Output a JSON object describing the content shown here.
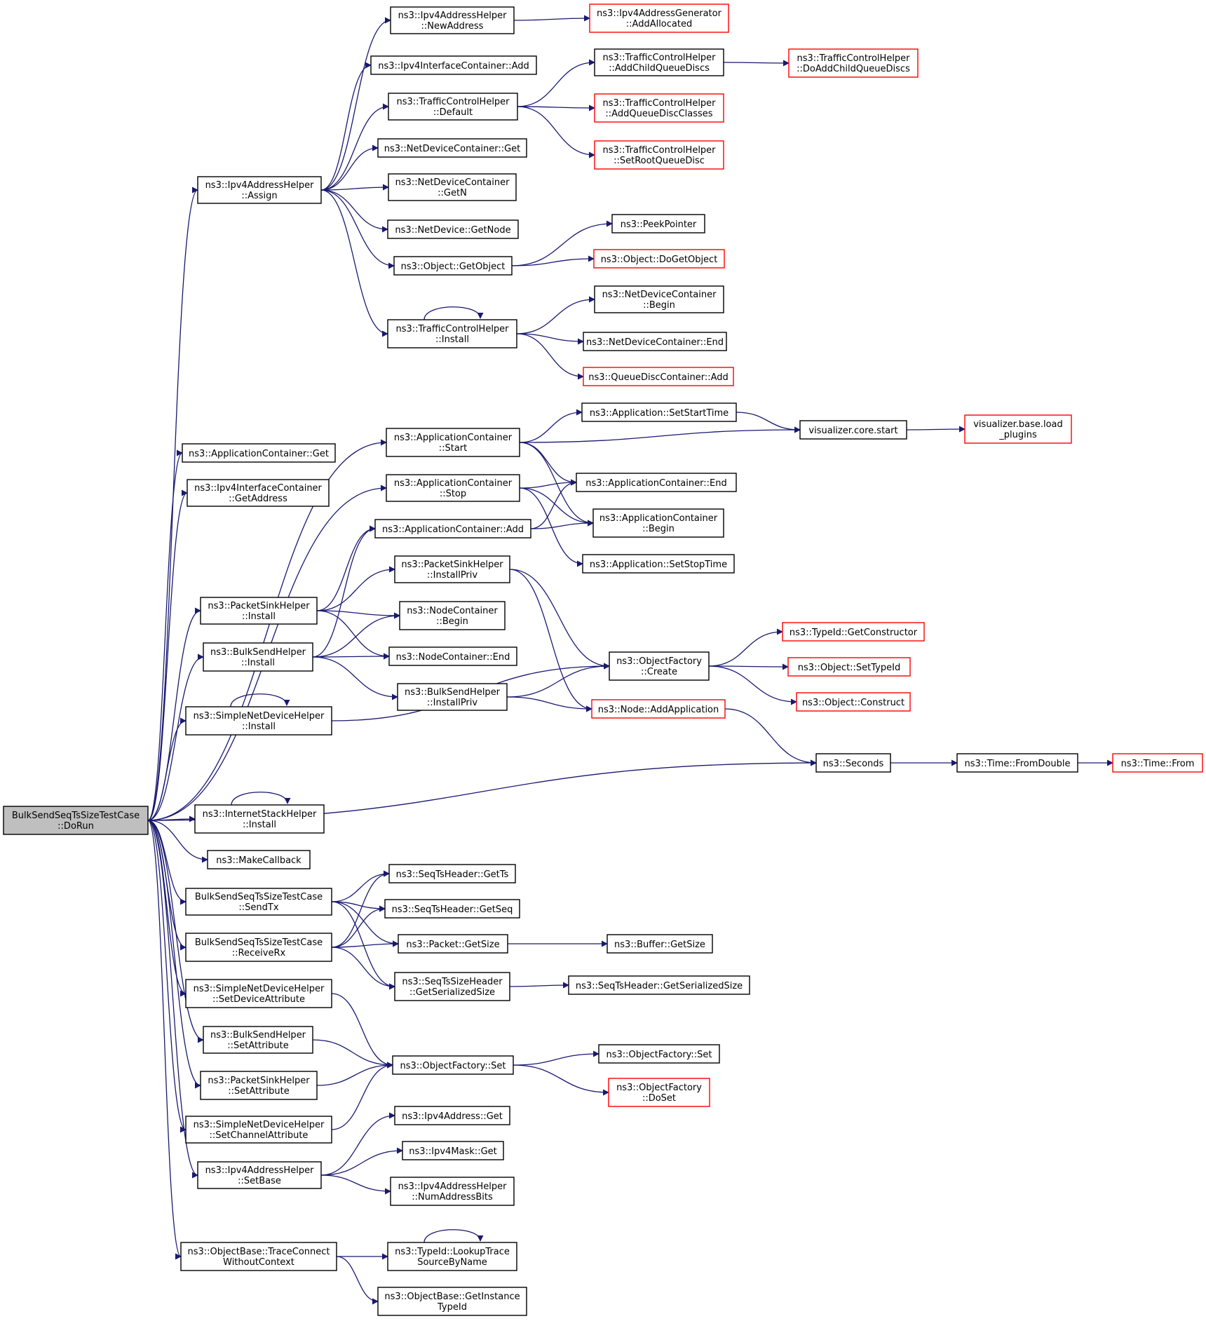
{
  "colors": {
    "edge": "#191970",
    "node_border": "#000000",
    "external_border": "#ff0000",
    "root_fill": "#bfbfbf",
    "node_fill": "#ffffff"
  },
  "nodes": {
    "root": [
      "BulkSendSeqTsSizeTestCase",
      "::DoRun"
    ],
    "ipv4_assign": [
      "ns3::Ipv4AddressHelper",
      "::Assign"
    ],
    "ipv4_newaddress": [
      "ns3::Ipv4AddressHelper",
      "::NewAddress"
    ],
    "ipv4gen_addalloc": [
      "ns3::Ipv4AddressGenerator",
      "::AddAllocated"
    ],
    "ipv4if_add": [
      "ns3::Ipv4InterfaceContainer::Add"
    ],
    "tch_default": [
      "ns3::TrafficControlHelper",
      "::Default"
    ],
    "tch_addchild": [
      "ns3::TrafficControlHelper",
      "::AddChildQueueDiscs"
    ],
    "tch_doaddchild": [
      "ns3::TrafficControlHelper",
      "::DoAddChildQueueDiscs"
    ],
    "tch_addclasses": [
      "ns3::TrafficControlHelper",
      "::AddQueueDiscClasses"
    ],
    "tch_setroot": [
      "ns3::TrafficControlHelper",
      "::SetRootQueueDisc"
    ],
    "ndc_get": [
      "ns3::NetDeviceContainer::Get"
    ],
    "ndc_getn": [
      "ns3::NetDeviceContainer",
      "::GetN"
    ],
    "nd_getnode": [
      "ns3::NetDevice::GetNode"
    ],
    "obj_getobject": [
      "ns3::Object::GetObject"
    ],
    "peekpointer": [
      "ns3::PeekPointer"
    ],
    "obj_dogetobject": [
      "ns3::Object::DoGetObject"
    ],
    "tch_install": [
      "ns3::TrafficControlHelper",
      "::Install"
    ],
    "ndc_begin": [
      "ns3::NetDeviceContainer",
      "::Begin"
    ],
    "ndc_end": [
      "ns3::NetDeviceContainer::End"
    ],
    "qdc_add": [
      "ns3::QueueDiscContainer::Add"
    ],
    "appc_get": [
      "ns3::ApplicationContainer::Get"
    ],
    "ipv4if_getaddr": [
      "ns3::Ipv4InterfaceContainer",
      "::GetAddress"
    ],
    "appc_start": [
      "ns3::ApplicationContainer",
      "::Start"
    ],
    "app_setstart": [
      "ns3::Application::SetStartTime"
    ],
    "viz_start": [
      "visualizer.core.start"
    ],
    "viz_load": [
      "visualizer.base.load",
      "_plugins"
    ],
    "appc_stop": [
      "ns3::ApplicationContainer",
      "::Stop"
    ],
    "appc_end": [
      "ns3::ApplicationContainer::End"
    ],
    "appc_add": [
      "ns3::ApplicationContainer::Add"
    ],
    "appc_begin": [
      "ns3::ApplicationContainer",
      "::Begin"
    ],
    "app_setstop": [
      "ns3::Application::SetStopTime"
    ],
    "psh_installpriv": [
      "ns3::PacketSinkHelper",
      "::InstallPriv"
    ],
    "psh_install": [
      "ns3::PacketSinkHelper",
      "::Install"
    ],
    "nc_begin": [
      "ns3::NodeContainer",
      "::Begin"
    ],
    "bsh_install": [
      "ns3::BulkSendHelper",
      "::Install"
    ],
    "nc_end": [
      "ns3::NodeContainer::End"
    ],
    "of_create": [
      "ns3::ObjectFactory",
      "::Create"
    ],
    "typeid_getctor": [
      "ns3::TypeId::GetConstructor"
    ],
    "obj_settypeid": [
      "ns3::Object::SetTypeId"
    ],
    "obj_construct": [
      "ns3::Object::Construct"
    ],
    "bsh_installpriv": [
      "ns3::BulkSendHelper",
      "::InstallPriv"
    ],
    "node_addapp": [
      "ns3::Node::AddApplication"
    ],
    "sndh_install": [
      "ns3::SimpleNetDeviceHelper",
      "::Install"
    ],
    "seconds": [
      "ns3::Seconds"
    ],
    "time_fromdouble": [
      "ns3::Time::FromDouble"
    ],
    "time_from": [
      "ns3::Time::From"
    ],
    "ish_install": [
      "ns3::InternetStackHelper",
      "::Install"
    ],
    "makecallback": [
      "ns3::MakeCallback"
    ],
    "sendtx": [
      "BulkSendSeqTsSizeTestCase",
      "::SendTx"
    ],
    "receiverx": [
      "BulkSendSeqTsSizeTestCase",
      "::ReceiveRx"
    ],
    "sth_getts": [
      "ns3::SeqTsHeader::GetTs"
    ],
    "sth_getseq": [
      "ns3::SeqTsHeader::GetSeq"
    ],
    "packet_getsize": [
      "ns3::Packet::GetSize"
    ],
    "buffer_getsize": [
      "ns3::Buffer::GetSize"
    ],
    "stsh_getser": [
      "ns3::SeqTsSizeHeader",
      "::GetSerializedSize"
    ],
    "sth_getser": [
      "ns3::SeqTsHeader::GetSerializedSize"
    ],
    "sndh_setdevattr": [
      "ns3::SimpleNetDeviceHelper",
      "::SetDeviceAttribute"
    ],
    "bsh_setattr": [
      "ns3::BulkSendHelper",
      "::SetAttribute"
    ],
    "of_set": [
      "ns3::ObjectFactory::Set"
    ],
    "of_set2": [
      "ns3::ObjectFactory::Set"
    ],
    "of_doset": [
      "ns3::ObjectFactory",
      "::DoSet"
    ],
    "psh_setattr": [
      "ns3::PacketSinkHelper",
      "::SetAttribute"
    ],
    "sndh_setchanattr": [
      "ns3::SimpleNetDeviceHelper",
      "::SetChannelAttribute"
    ],
    "ipv4addr_get": [
      "ns3::Ipv4Address::Get"
    ],
    "ipv4mask_get": [
      "ns3::Ipv4Mask::Get"
    ],
    "ipv4_setbase": [
      "ns3::Ipv4AddressHelper",
      "::SetBase"
    ],
    "ipv4_numbits": [
      "ns3::Ipv4AddressHelper",
      "::NumAddressBits"
    ],
    "ob_traceconnect": [
      "ns3::ObjectBase::TraceConnect",
      "WithoutContext"
    ],
    "typeid_lookup": [
      "ns3::TypeId::LookupTrace",
      "SourceByName"
    ],
    "ob_getinsttype": [
      "ns3::ObjectBase::GetInstance",
      "TypeId"
    ]
  },
  "external_nodes": [
    "ipv4gen_addalloc",
    "tch_doaddchild",
    "tch_addclasses",
    "tch_setroot",
    "obj_dogetobject",
    "qdc_add",
    "viz_load",
    "typeid_getctor",
    "obj_settypeid",
    "obj_construct",
    "node_addapp",
    "time_from",
    "of_doset"
  ],
  "edges": [
    [
      "root",
      "ipv4_assign"
    ],
    [
      "root",
      "appc_get"
    ],
    [
      "root",
      "ipv4if_getaddr"
    ],
    [
      "root",
      "appc_start"
    ],
    [
      "root",
      "appc_stop"
    ],
    [
      "root",
      "psh_install"
    ],
    [
      "root",
      "bsh_install"
    ],
    [
      "root",
      "sndh_install"
    ],
    [
      "root",
      "seconds"
    ],
    [
      "root",
      "ish_install"
    ],
    [
      "root",
      "makecallback"
    ],
    [
      "root",
      "sendtx"
    ],
    [
      "root",
      "receiverx"
    ],
    [
      "root",
      "sndh_setdevattr"
    ],
    [
      "root",
      "bsh_setattr"
    ],
    [
      "root",
      "psh_setattr"
    ],
    [
      "root",
      "sndh_setchanattr"
    ],
    [
      "root",
      "ipv4_setbase"
    ],
    [
      "root",
      "ob_traceconnect"
    ],
    [
      "ipv4_assign",
      "ipv4_newaddress"
    ],
    [
      "ipv4_assign",
      "ipv4if_add"
    ],
    [
      "ipv4_assign",
      "tch_default"
    ],
    [
      "ipv4_assign",
      "ndc_get"
    ],
    [
      "ipv4_assign",
      "ndc_getn"
    ],
    [
      "ipv4_assign",
      "nd_getnode"
    ],
    [
      "ipv4_assign",
      "obj_getobject"
    ],
    [
      "ipv4_assign",
      "tch_install"
    ],
    [
      "ipv4_newaddress",
      "ipv4gen_addalloc"
    ],
    [
      "tch_default",
      "tch_addchild"
    ],
    [
      "tch_default",
      "tch_addclasses"
    ],
    [
      "tch_default",
      "tch_setroot"
    ],
    [
      "tch_addchild",
      "tch_doaddchild"
    ],
    [
      "obj_getobject",
      "peekpointer"
    ],
    [
      "obj_getobject",
      "obj_dogetobject"
    ],
    [
      "tch_install",
      "tch_install"
    ],
    [
      "tch_install",
      "ndc_begin"
    ],
    [
      "tch_install",
      "ndc_end"
    ],
    [
      "tch_install",
      "qdc_add"
    ],
    [
      "appc_start",
      "app_setstart"
    ],
    [
      "appc_start",
      "viz_start"
    ],
    [
      "appc_start",
      "appc_end"
    ],
    [
      "appc_start",
      "appc_begin"
    ],
    [
      "app_setstart",
      "viz_start"
    ],
    [
      "viz_start",
      "viz_load"
    ],
    [
      "appc_stop",
      "appc_end"
    ],
    [
      "appc_stop",
      "appc_begin"
    ],
    [
      "appc_stop",
      "app_setstop"
    ],
    [
      "appc_add",
      "appc_end"
    ],
    [
      "appc_add",
      "appc_begin"
    ],
    [
      "psh_install",
      "appc_add"
    ],
    [
      "psh_install",
      "psh_installpriv"
    ],
    [
      "psh_install",
      "nc_begin"
    ],
    [
      "psh_install",
      "nc_end"
    ],
    [
      "psh_installpriv",
      "of_create"
    ],
    [
      "psh_installpriv",
      "node_addapp"
    ],
    [
      "bsh_install",
      "appc_add"
    ],
    [
      "bsh_install",
      "nc_begin"
    ],
    [
      "bsh_install",
      "nc_end"
    ],
    [
      "bsh_install",
      "bsh_installpriv"
    ],
    [
      "bsh_installpriv",
      "of_create"
    ],
    [
      "bsh_installpriv",
      "node_addapp"
    ],
    [
      "of_create",
      "typeid_getctor"
    ],
    [
      "of_create",
      "obj_settypeid"
    ],
    [
      "of_create",
      "obj_construct"
    ],
    [
      "sndh_install",
      "sndh_install"
    ],
    [
      "sndh_install",
      "of_create"
    ],
    [
      "node_addapp",
      "seconds"
    ],
    [
      "seconds",
      "time_fromdouble"
    ],
    [
      "time_fromdouble",
      "time_from"
    ],
    [
      "ish_install",
      "ish_install"
    ],
    [
      "sendtx",
      "sth_getts"
    ],
    [
      "sendtx",
      "sth_getseq"
    ],
    [
      "sendtx",
      "packet_getsize"
    ],
    [
      "sendtx",
      "stsh_getser"
    ],
    [
      "receiverx",
      "sth_getts"
    ],
    [
      "receiverx",
      "sth_getseq"
    ],
    [
      "receiverx",
      "packet_getsize"
    ],
    [
      "receiverx",
      "stsh_getser"
    ],
    [
      "packet_getsize",
      "buffer_getsize"
    ],
    [
      "stsh_getser",
      "sth_getser"
    ],
    [
      "sndh_setdevattr",
      "of_set"
    ],
    [
      "bsh_setattr",
      "of_set"
    ],
    [
      "psh_setattr",
      "of_set"
    ],
    [
      "sndh_setchanattr",
      "of_set"
    ],
    [
      "of_set",
      "of_set2"
    ],
    [
      "of_set",
      "of_doset"
    ],
    [
      "ipv4_setbase",
      "ipv4addr_get"
    ],
    [
      "ipv4_setbase",
      "ipv4mask_get"
    ],
    [
      "ipv4_setbase",
      "ipv4_numbits"
    ],
    [
      "ob_traceconnect",
      "typeid_lookup"
    ],
    [
      "ob_traceconnect",
      "ob_getinsttype"
    ],
    [
      "typeid_lookup",
      "typeid_lookup"
    ]
  ]
}
